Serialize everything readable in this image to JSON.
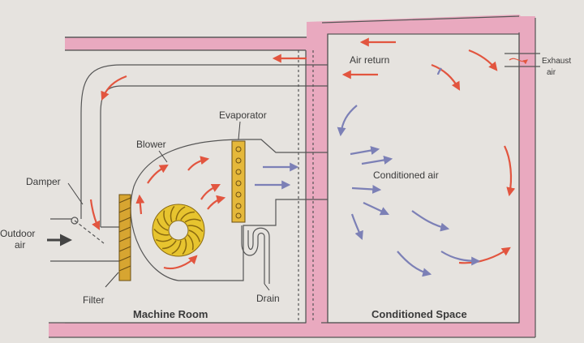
{
  "labels": {
    "air_return": "Air return",
    "exhaust_air_line1": "Exhaust",
    "exhaust_air_line2": "air",
    "evaporator": "Evaporator",
    "blower": "Blower",
    "damper": "Damper",
    "conditioned_air": "Conditioned air",
    "outdoor_air_line1": "Outdoor",
    "outdoor_air_line2": "air",
    "filter": "Filter",
    "drain": "Drain",
    "machine_room": "Machine Room",
    "conditioned_space": "Conditioned Space"
  },
  "colors": {
    "wall": "#e9a9bf",
    "wall_edge": "#555555",
    "background": "#e6e3df",
    "warm_arrow": "#e2553f",
    "cool_arrow": "#7c80b6",
    "filter": "#d7a531",
    "fan": "#e7c42f",
    "evaporator": "#e5b83a"
  }
}
